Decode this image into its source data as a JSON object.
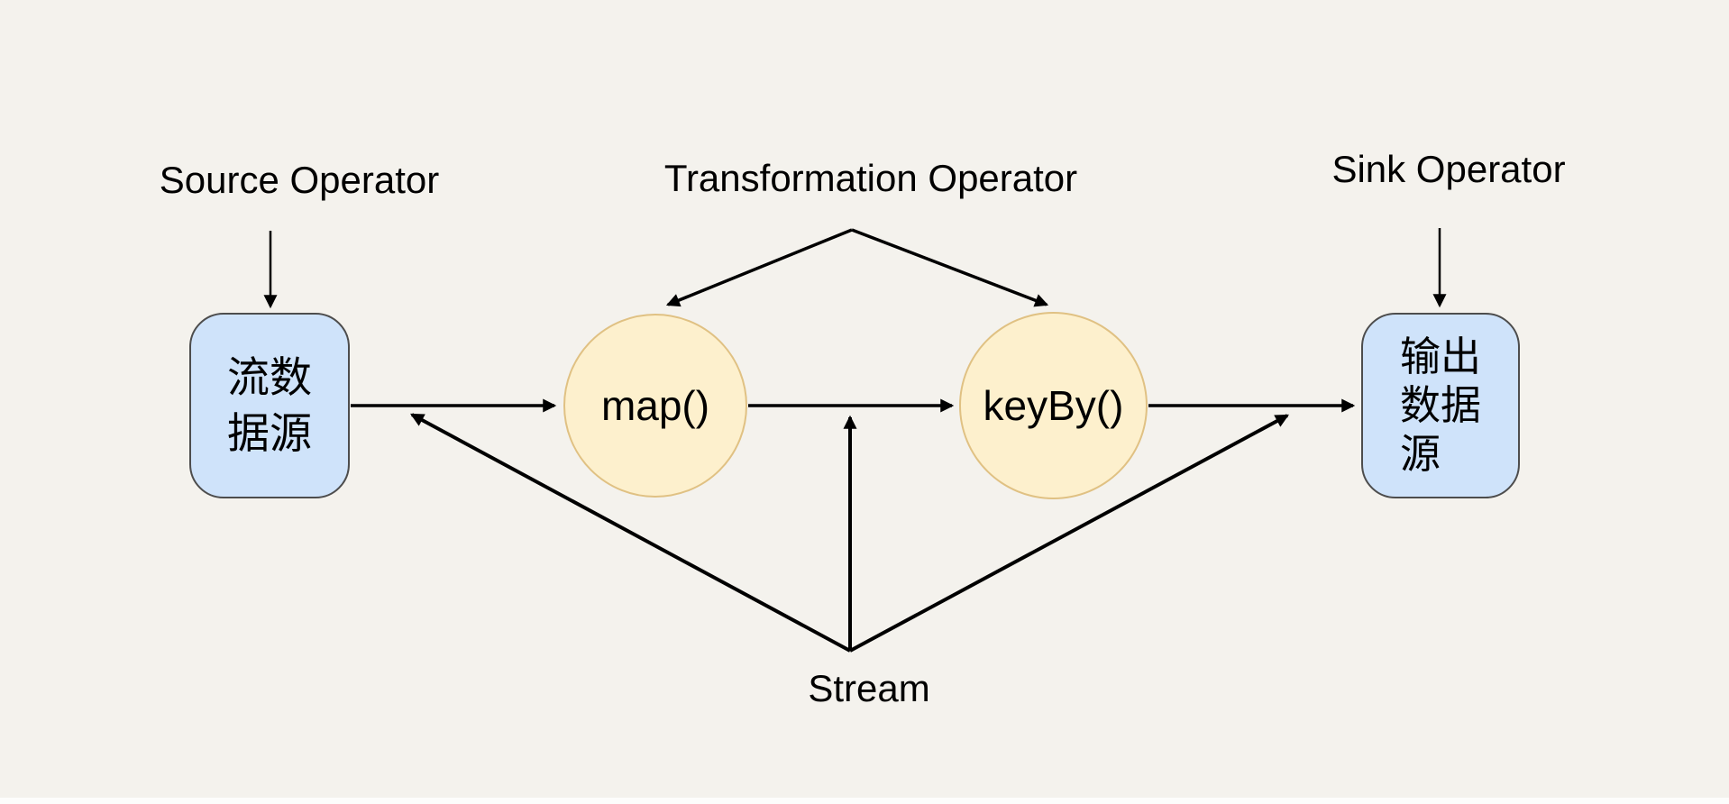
{
  "colors": {
    "background": "#f4f2ed",
    "box_fill": "#cfe3fa",
    "box_border": "#4d4d4d",
    "circle_fill": "#fdf0cd",
    "circle_border": "#e0c183",
    "line": "#000000",
    "text": "#000000",
    "bottom_strip": "#fdfdfc"
  },
  "labels": {
    "source_operator": "Source Operator",
    "transformation_operator": "Transformation Operator",
    "sink_operator": "Sink Operator",
    "stream": "Stream"
  },
  "nodes": {
    "source": {
      "lines": [
        "流数",
        "据源"
      ]
    },
    "map": {
      "label": "map()"
    },
    "keyby": {
      "label": "keyBy()"
    },
    "sink": {
      "lines": [
        "输出",
        "数据",
        "源"
      ]
    }
  }
}
